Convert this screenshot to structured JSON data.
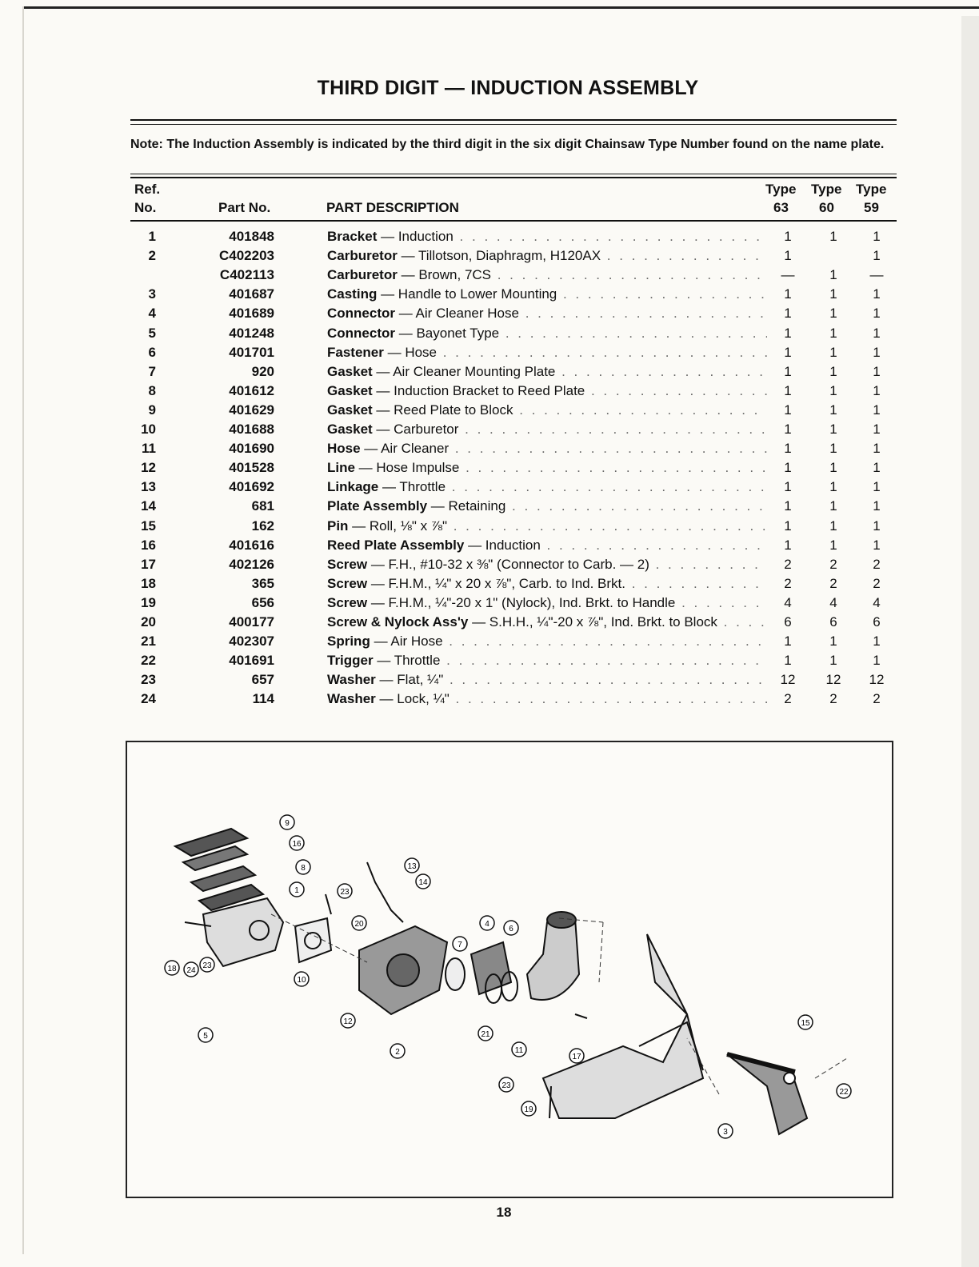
{
  "page": {
    "title": "THIRD DIGIT — INDUCTION ASSEMBLY",
    "note_label": "Note:",
    "note_text": "The Induction Assembly is indicated by the third digit in the six digit Chainsaw Type Number found on the name plate.",
    "page_number": "18"
  },
  "table": {
    "headers": {
      "ref_line1": "Ref.",
      "ref_line2": "No.",
      "part": "Part No.",
      "desc": "PART DESCRIPTION",
      "type_label": "Type",
      "type63": "63",
      "type60": "60",
      "type59": "59"
    },
    "rows": [
      {
        "ref": "1",
        "part": "401848",
        "name": "Bracket",
        "detail": "Induction",
        "t63": "1",
        "t60": "1",
        "t59": "1"
      },
      {
        "ref": "2",
        "part": "C402203",
        "name": "Carburetor",
        "detail": "Tillotson, Diaphragm, H120AX",
        "t63": "1",
        "t60": "",
        "t59": "1"
      },
      {
        "ref": "",
        "part": "C402113",
        "name": "Carburetor",
        "detail": "Brown, 7CS",
        "t63": "—",
        "t60": "1",
        "t59": "—"
      },
      {
        "ref": "3",
        "part": "401687",
        "name": "Casting",
        "detail": "Handle to Lower Mounting",
        "t63": "1",
        "t60": "1",
        "t59": "1"
      },
      {
        "ref": "4",
        "part": "401689",
        "name": "Connector",
        "detail": "Air Cleaner Hose",
        "t63": "1",
        "t60": "1",
        "t59": "1"
      },
      {
        "ref": "5",
        "part": "401248",
        "name": "Connector",
        "detail": "Bayonet Type",
        "t63": "1",
        "t60": "1",
        "t59": "1"
      },
      {
        "ref": "6",
        "part": "401701",
        "name": "Fastener",
        "detail": "Hose",
        "t63": "1",
        "t60": "1",
        "t59": "1"
      },
      {
        "ref": "7",
        "part": "920",
        "name": "Gasket",
        "detail": "Air Cleaner Mounting Plate",
        "t63": "1",
        "t60": "1",
        "t59": "1"
      },
      {
        "ref": "8",
        "part": "401612",
        "name": "Gasket",
        "detail": "Induction Bracket to Reed Plate",
        "t63": "1",
        "t60": "1",
        "t59": "1"
      },
      {
        "ref": "9",
        "part": "401629",
        "name": "Gasket",
        "detail": "Reed Plate to Block",
        "t63": "1",
        "t60": "1",
        "t59": "1"
      },
      {
        "ref": "10",
        "part": "401688",
        "name": "Gasket",
        "detail": "Carburetor",
        "t63": "1",
        "t60": "1",
        "t59": "1"
      },
      {
        "ref": "11",
        "part": "401690",
        "name": "Hose",
        "detail": "Air Cleaner",
        "t63": "1",
        "t60": "1",
        "t59": "1"
      },
      {
        "ref": "12",
        "part": "401528",
        "name": "Line",
        "detail": "Hose Impulse",
        "t63": "1",
        "t60": "1",
        "t59": "1"
      },
      {
        "ref": "13",
        "part": "401692",
        "name": "Linkage",
        "detail": "Throttle",
        "t63": "1",
        "t60": "1",
        "t59": "1"
      },
      {
        "ref": "14",
        "part": "681",
        "name": "Plate Assembly",
        "detail": "Retaining",
        "t63": "1",
        "t60": "1",
        "t59": "1"
      },
      {
        "ref": "15",
        "part": "162",
        "name": "Pin",
        "detail": "Roll, ⅛\" x ⅞\"",
        "t63": "1",
        "t60": "1",
        "t59": "1"
      },
      {
        "ref": "16",
        "part": "401616",
        "name": "Reed Plate Assembly",
        "detail": "Induction",
        "t63": "1",
        "t60": "1",
        "t59": "1"
      },
      {
        "ref": "17",
        "part": "402126",
        "name": "Screw",
        "detail": "F.H., #10-32 x ⅜\" (Connector to Carb. — 2)",
        "t63": "2",
        "t60": "2",
        "t59": "2"
      },
      {
        "ref": "18",
        "part": "365",
        "name": "Screw",
        "detail": "F.H.M., ¼\" x 20 x ⅞\", Carb. to Ind. Brkt.",
        "t63": "2",
        "t60": "2",
        "t59": "2"
      },
      {
        "ref": "19",
        "part": "656",
        "name": "Screw",
        "detail": "F.H.M., ¼\"-20 x 1\" (Nylock), Ind. Brkt. to Handle",
        "t63": "4",
        "t60": "4",
        "t59": "4"
      },
      {
        "ref": "20",
        "part": "400177",
        "name": "Screw & Nylock Ass'y",
        "detail": "S.H.H., ¼\"-20 x ⅞\", Ind. Brkt. to Block",
        "t63": "6",
        "t60": "6",
        "t59": "6"
      },
      {
        "ref": "21",
        "part": "402307",
        "name": "Spring",
        "detail": "Air Hose",
        "t63": "1",
        "t60": "1",
        "t59": "1"
      },
      {
        "ref": "22",
        "part": "401691",
        "name": "Trigger",
        "detail": "Throttle",
        "t63": "1",
        "t60": "1",
        "t59": "1"
      },
      {
        "ref": "23",
        "part": "657",
        "name": "Washer",
        "detail": "Flat, ¼\"",
        "t63": "12",
        "t60": "12",
        "t59": "12"
      },
      {
        "ref": "24",
        "part": "114",
        "name": "Washer",
        "detail": "Lock, ¼\"",
        "t63": "2",
        "t60": "2",
        "t59": "2"
      }
    ]
  },
  "figure": {
    "callouts": [
      "9",
      "16",
      "8",
      "1",
      "23",
      "20",
      "13",
      "14",
      "4",
      "6",
      "7",
      "18",
      "24",
      "23",
      "10",
      "12",
      "2",
      "5",
      "21",
      "11",
      "17",
      "15",
      "22",
      "23",
      "19",
      "3"
    ]
  }
}
